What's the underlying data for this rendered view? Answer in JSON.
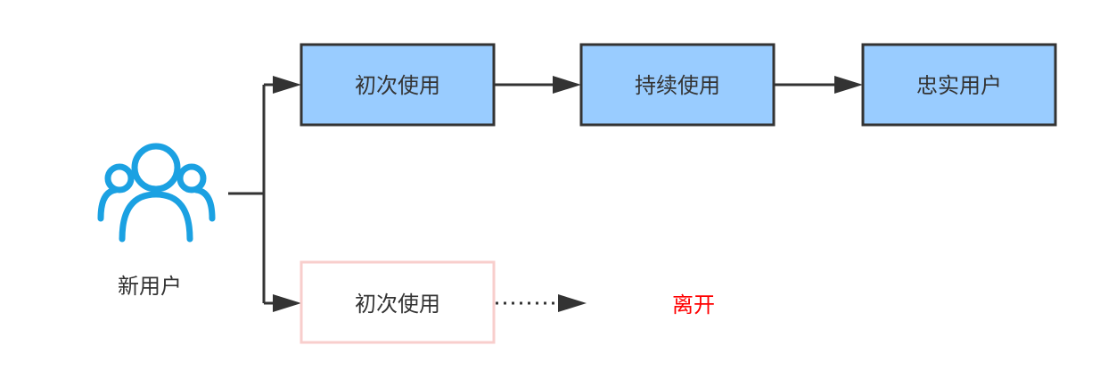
{
  "user_label": "新用户",
  "nodes": {
    "first_use_top": "初次使用",
    "continued_use": "持续使用",
    "loyal_user": "忠实用户",
    "first_use_bottom": "初次使用"
  },
  "leave_label": "离开",
  "colors": {
    "node_fill": "#99ccff",
    "node_stroke": "#333333",
    "churn_stroke": "#f8cecc",
    "leave_text": "#ff0000",
    "icon": "#1ba1e2",
    "connector": "#333333"
  }
}
